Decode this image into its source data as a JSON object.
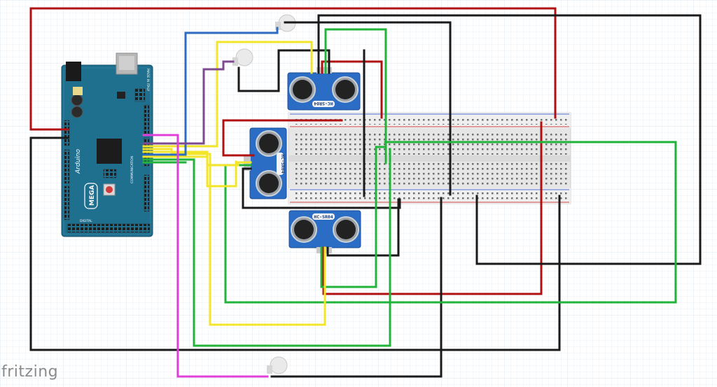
{
  "watermark": "fritzing",
  "arduino": {
    "name": "Arduino",
    "model": "MEGA",
    "made_in": "MADE IN ITALY",
    "communication_label": "COMMUNICATION",
    "digital_label": "DIGITAL"
  },
  "sensors": [
    {
      "id": "sensor-top",
      "model": "HC-SR04"
    },
    {
      "id": "sensor-left",
      "model": "HC-SR04"
    },
    {
      "id": "sensor-bottom",
      "model": "HC-SR04"
    }
  ],
  "wire_colors": {
    "red": "#b01010",
    "black": "#1a1a1a",
    "green": "#22b33b",
    "yellow": "#f2e52a",
    "blue": "#2d6cc0",
    "purple": "#7e4a8f",
    "magenta": "#e040d8"
  },
  "colors": {
    "arduino_board": "#1f6f8f",
    "sensor_board": "#2b6cc4",
    "breadboard": "#e7e7e7",
    "grid": "#e6eef6"
  }
}
